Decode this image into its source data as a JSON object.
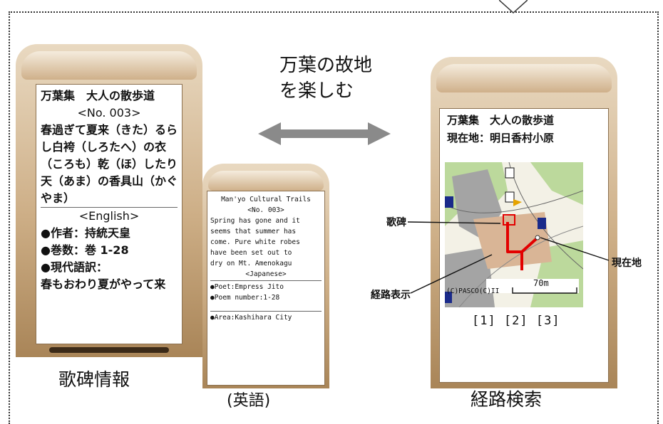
{
  "headline": [
    "万葉の故地",
    "を楽しむ"
  ],
  "captions": {
    "left": "歌碑情報",
    "middle": "(英語)",
    "right": "経路検索"
  },
  "left_screen": {
    "title": "万葉集　大人の散歩道",
    "number": "<No. 003>",
    "poem": [
      "春過ぎて夏来（きた）るら",
      "し白袴（しろたへ）の衣",
      "（ころも）乾（ほ）したり",
      "天（あま）の香具山（かぐ",
      "やま）"
    ],
    "english_link": "<English>",
    "details": [
      "●作者：持統天皇",
      "●巻数：巻 1-28",
      "●現代語訳：",
      "春もおわり夏がやって来"
    ]
  },
  "middle_screen": {
    "title": "Man'yo Cultural Trails",
    "number": "<No. 003>",
    "poem": [
      "Spring has gone and it",
      "seems that summer has",
      "come. Pure white robes",
      "have been set out to",
      "dry on Mt. Amenokagu"
    ],
    "japanese_link": "<Japanese>",
    "details": [
      "●Poet:Empress Jito",
      "●Poem number:1-28"
    ],
    "area": "●Area:Kashihara City"
  },
  "right_screen": {
    "title": "万葉集　大人の散歩道",
    "location": "現在地：明日香村小原",
    "copyright": "(C)PASCO(C)II",
    "scale": "70m",
    "pages": "[1] [2] [3]"
  },
  "callouts": {
    "monument": "歌碑",
    "route": "経路表示",
    "current": "現在地"
  },
  "colors": {
    "route": "#e30000",
    "arrow": "#8a8a8a",
    "map_green": "#bcd99c",
    "map_gray": "#a4a4a4",
    "map_tan": "#d9b596"
  }
}
